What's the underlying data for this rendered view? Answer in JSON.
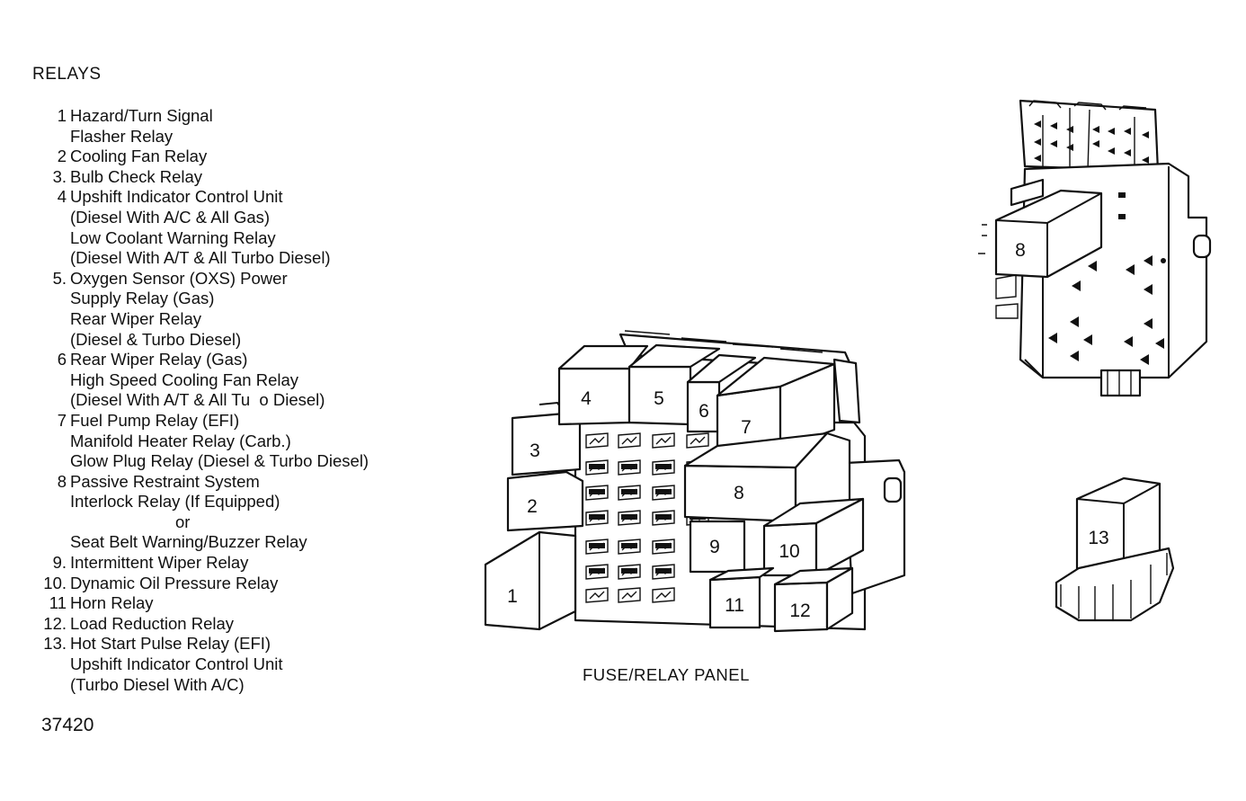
{
  "heading": "RELAYS",
  "legend": [
    {
      "num": "1",
      "text": "Hazard/Turn Signal"
    },
    {
      "num": "",
      "text": "Flasher Relay"
    },
    {
      "num": "2",
      "text": "Cooling Fan Relay"
    },
    {
      "num": "3.",
      "text": "Bulb Check Relay"
    },
    {
      "num": "4",
      "text": "Upshift Indicator Control Unit"
    },
    {
      "num": "",
      "text": "(Diesel With A/C & All Gas)"
    },
    {
      "num": "",
      "text": "Low Coolant Warning Relay"
    },
    {
      "num": "",
      "text": "(Diesel With A/T & All Turbo Diesel)"
    },
    {
      "num": "5.",
      "text": "Oxygen Sensor (OXS) Power"
    },
    {
      "num": "",
      "text": "Supply Relay (Gas)"
    },
    {
      "num": "",
      "text": "Rear Wiper Relay"
    },
    {
      "num": "",
      "text": "(Diesel & Turbo Diesel)"
    },
    {
      "num": "6",
      "text": "Rear Wiper Relay (Gas)"
    },
    {
      "num": "",
      "text": "High Speed Cooling Fan Relay"
    },
    {
      "num": "",
      "text": "(Diesel With A/T & All Tu  o Diesel)"
    },
    {
      "num": "7",
      "text": "Fuel Pump Relay (EFI)"
    },
    {
      "num": "",
      "text": "Manifold Heater Relay (Carb.)"
    },
    {
      "num": "",
      "text": "Glow Plug Relay (Diesel & Turbo Diesel)"
    },
    {
      "num": "8",
      "text": "Passive Restraint System"
    },
    {
      "num": "",
      "text": "Interlock Relay (If Equipped)"
    },
    {
      "num": "",
      "text": "or",
      "center": true
    },
    {
      "num": "",
      "text": "Seat Belt Warning/Buzzer Relay"
    },
    {
      "num": "9.",
      "text": "Intermittent Wiper Relay"
    },
    {
      "num": "10.",
      "text": "Dynamic Oil Pressure Relay"
    },
    {
      "num": "11",
      "text": "Horn Relay"
    },
    {
      "num": "12.",
      "text": "Load Reduction Relay"
    },
    {
      "num": "13.",
      "text": "Hot Start Pulse Relay (EFI)"
    },
    {
      "num": "",
      "text": "Upshift Indicator Control Unit"
    },
    {
      "num": "",
      "text": "(Turbo Diesel With A/C)"
    }
  ],
  "panel_caption": "FUSE/RELAY PANEL",
  "figure_code": "37420",
  "relay_labels": [
    "1",
    "2",
    "3",
    "4",
    "5",
    "6",
    "7",
    "8",
    "9",
    "10",
    "11",
    "12",
    "13"
  ],
  "side_view_labels": [
    "8"
  ]
}
